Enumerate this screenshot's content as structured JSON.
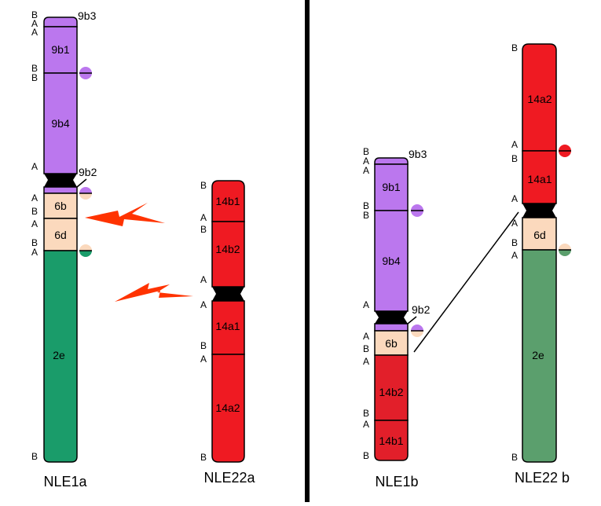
{
  "colors": {
    "purple": "#bb77ee",
    "peach": "#fbd9bd",
    "green": "#1a9c6a",
    "green_light": "#5b9f6d",
    "red": "#ef1a22",
    "red_dark": "#e21f2a",
    "black": "#000000",
    "arrow_red": "#ff3300"
  },
  "divider": {
    "color": "#000000"
  },
  "chromosomes": [
    {
      "id": "nle1a",
      "name": "NLE1a",
      "bands": [
        "9b3",
        "9b1",
        "9b4",
        "9b2",
        "6b",
        "6d",
        "2e"
      ],
      "end_labels": [
        "B",
        "A",
        "A",
        "B",
        "B",
        "A",
        "A",
        "B",
        "A",
        "B",
        "A",
        "B"
      ]
    },
    {
      "id": "nle22a",
      "name": "NLE22a",
      "bands": [
        "14b1",
        "14b2",
        "14a1",
        "14a2"
      ],
      "end_labels": [
        "B",
        "A",
        "B",
        "A",
        "A",
        "B",
        "A",
        "B"
      ]
    },
    {
      "id": "nle1b",
      "name": "NLE1b",
      "bands": [
        "9b3",
        "9b1",
        "9b4",
        "9b2",
        "6b",
        "14b2",
        "14b1"
      ],
      "end_labels": [
        "B",
        "A",
        "A",
        "B",
        "B",
        "A",
        "A",
        "B",
        "A",
        "B",
        "A",
        "B"
      ]
    },
    {
      "id": "nle22b",
      "name": "NLE22 b",
      "bands": [
        "14a2",
        "14a1",
        "6d",
        "2e"
      ],
      "end_labels": [
        "B",
        "A",
        "B",
        "A",
        "A",
        "B",
        "A",
        "B"
      ]
    }
  ]
}
